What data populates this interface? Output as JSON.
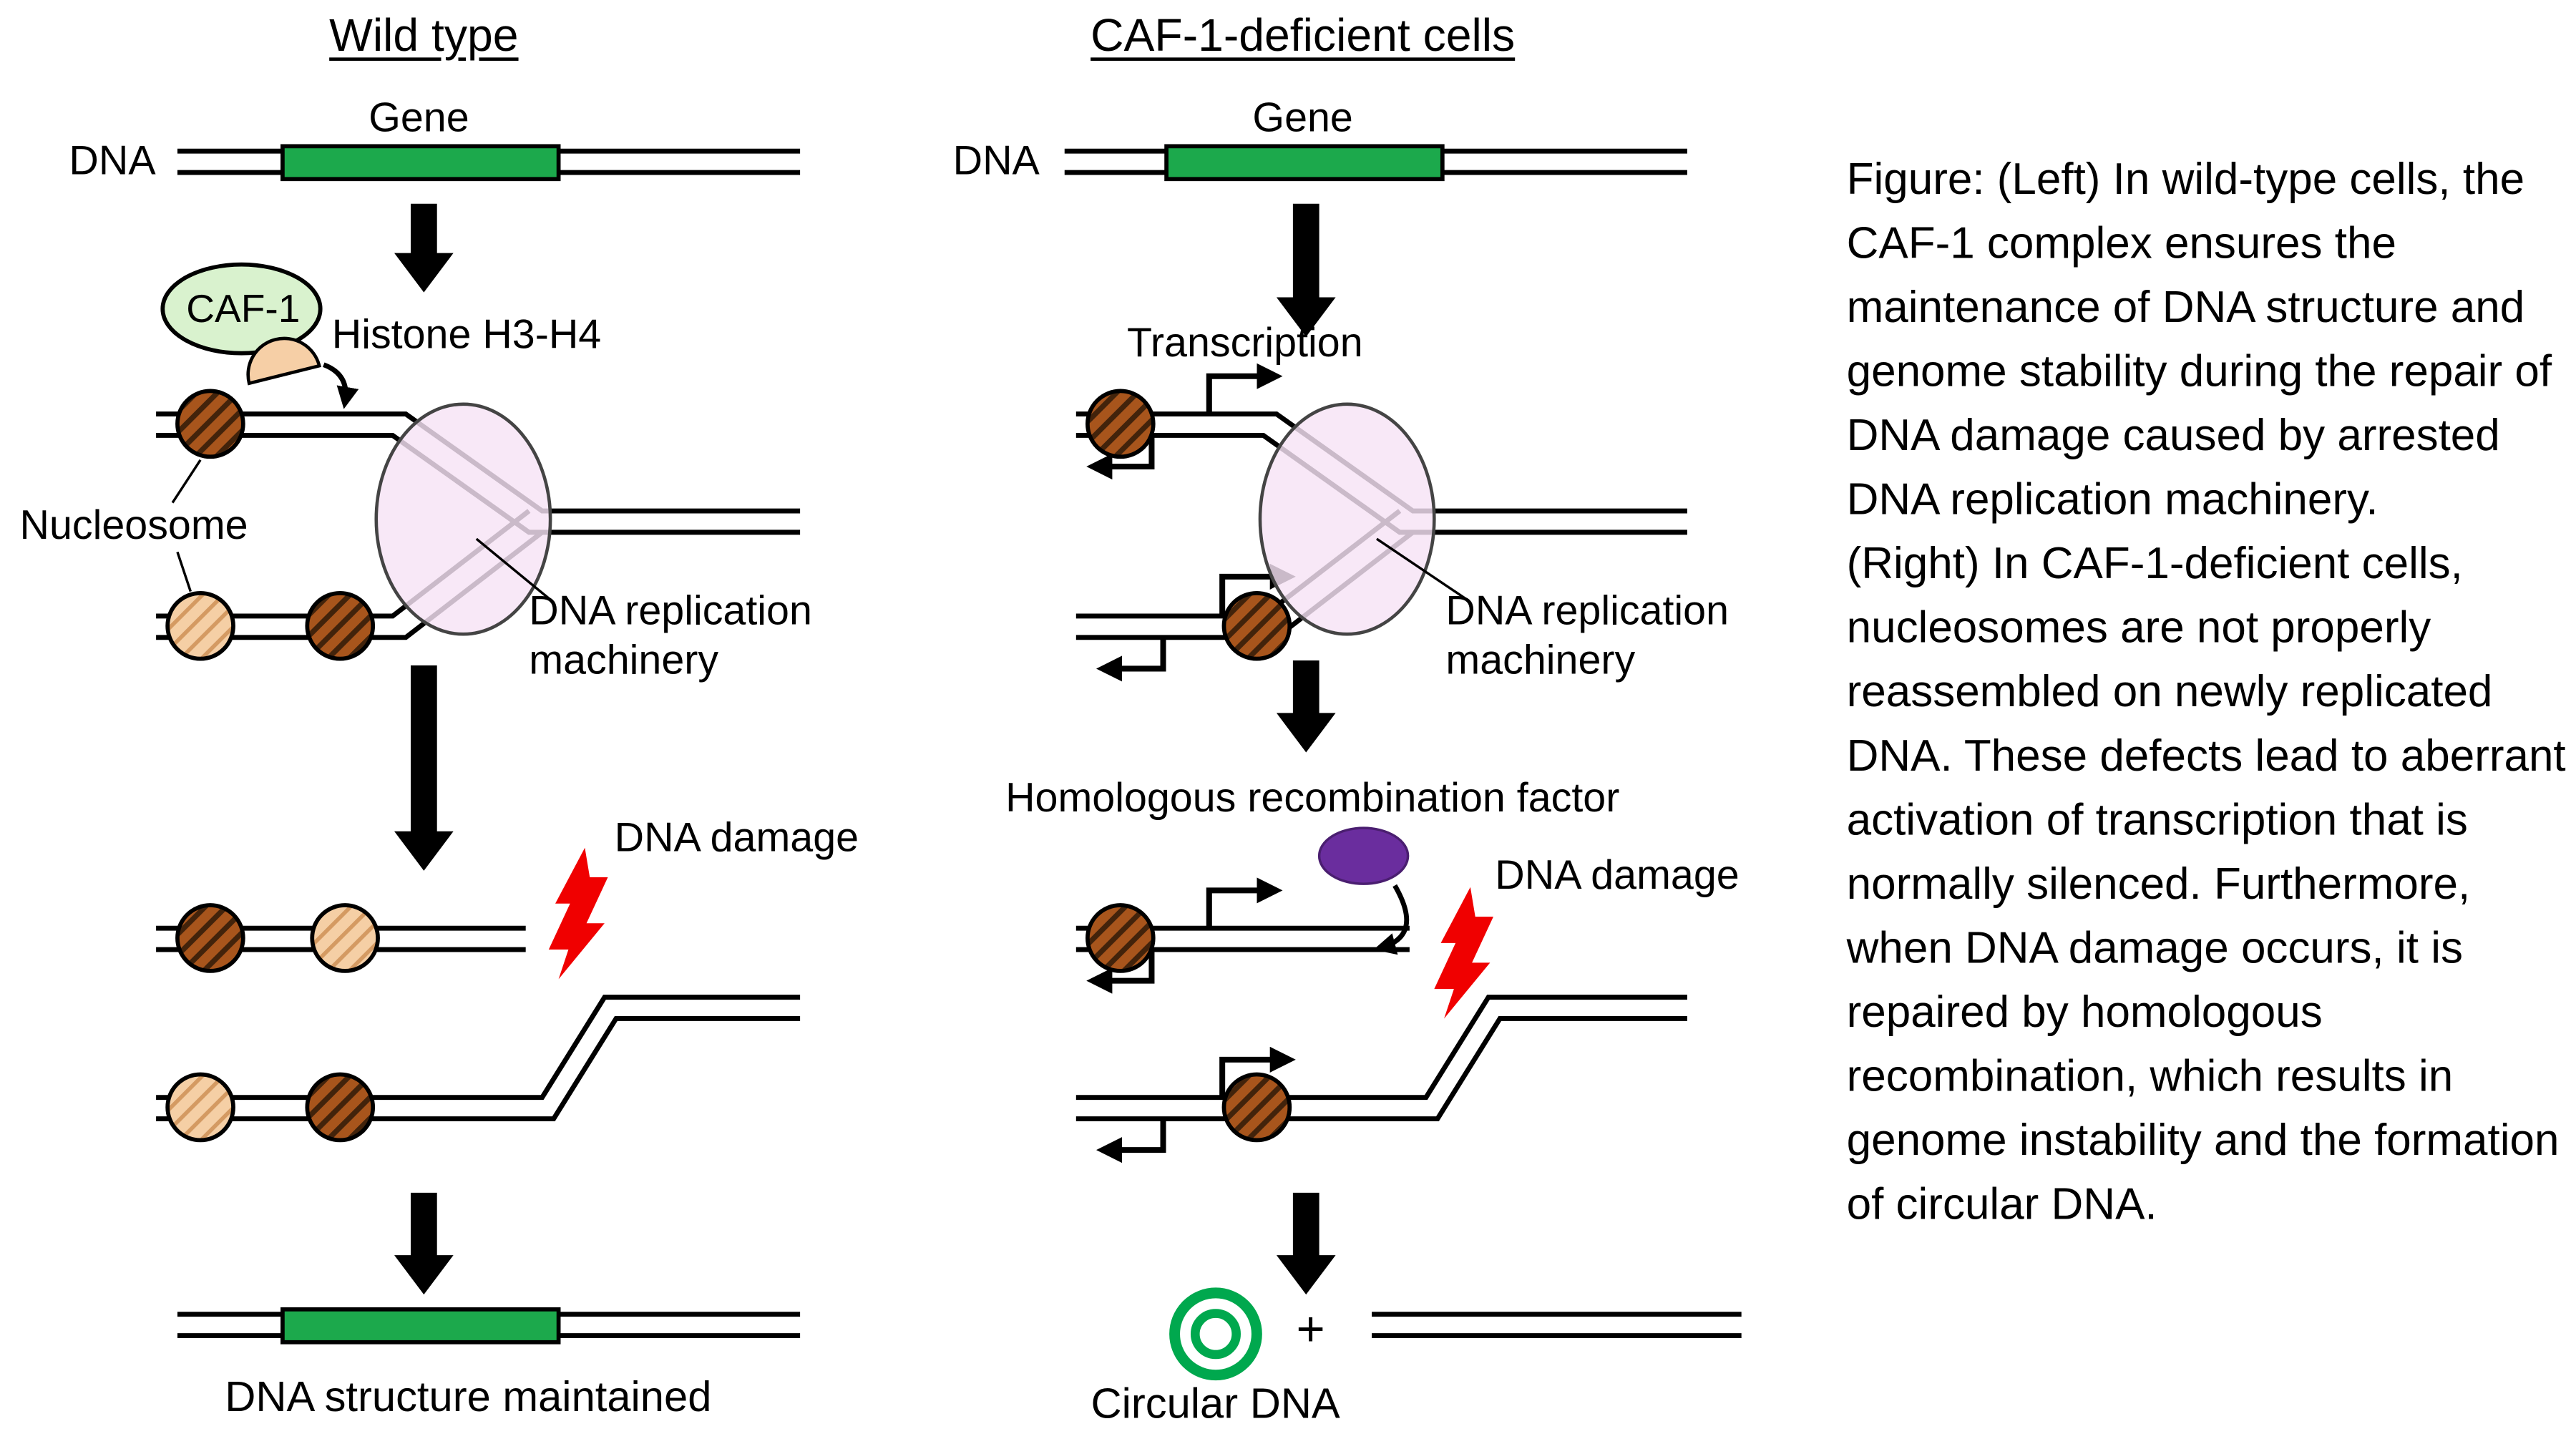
{
  "left": {
    "title": "Wild type",
    "dna_label": "DNA",
    "gene_label": "Gene",
    "caf1_label": "CAF-1",
    "histone_label": "Histone H3-H4",
    "nucleosome_label": "Nucleosome",
    "machinery_line1": "DNA replication",
    "machinery_line2": "machinery",
    "dna_damage_label": "DNA damage",
    "outcome_label": "DNA structure maintained"
  },
  "mid": {
    "title": "CAF-1-deficient cells",
    "dna_label": "DNA",
    "gene_label": "Gene",
    "transcription_label": "Transcription",
    "machinery_line1": "DNA replication",
    "machinery_line2": "machinery",
    "hr_factor_label": "Homologous recombination factor",
    "dna_damage_label": "DNA damage",
    "plus_sign": "+",
    "circular_dna_label": "Circular DNA"
  },
  "caption": {
    "text": "Figure: (Left) In wild-type cells, the\nCAF-1 complex ensures the\nmaintenance of DNA structure and\ngenome stability during the repair of\nDNA damage caused by arrested\nDNA replication machinery.\n(Right) In CAF-1-deficient cells,\nnucleosomes are not properly\nreassembled on newly replicated\nDNA. These defects lead to aberrant\nactivation of transcription that is\nnormally silenced. Furthermore,\nwhen DNA damage occurs, it is\nrepaired by homologous\nrecombination, which results in\ngenome instability and the formation\nof circular DNA."
  },
  "colors": {
    "gene_green": "#1CA94C",
    "circular_dna_green": "#00A84E",
    "caf1_fill": "#D9F2CE",
    "histone_peach": "#F6CFA6",
    "nucleosome_brown": "#A8551C",
    "nucleosome_brown_stripe": "#42230B",
    "nucleosome_peach": "#F5CFA5",
    "nucleosome_peach_stripe": "#D49A62",
    "machinery_pink": "#F7E3F5",
    "hr_purple": "#6A2D9E",
    "damage_red": "#F00000"
  }
}
